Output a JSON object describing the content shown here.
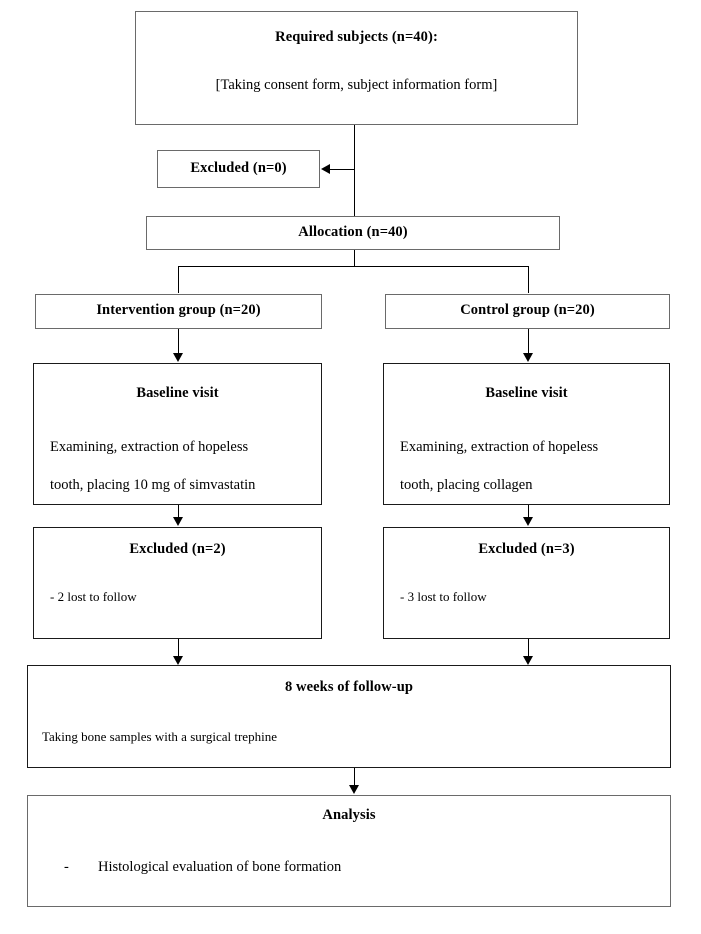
{
  "diagram": {
    "type": "consort-flow-diagram",
    "nodes": {
      "enrollment": {
        "title": "Required subjects (n=40):",
        "detail": "[Taking consent form, subject information form]"
      },
      "excluded_screening": {
        "title": "Excluded (n=0)"
      },
      "allocation": {
        "title": "Allocation (n=40)"
      },
      "intervention_group": {
        "title": "Intervention group (n=20)"
      },
      "control_group": {
        "title": "Control group (n=20)"
      },
      "baseline_intervention": {
        "title": "Baseline visit",
        "line1": "Examining, extraction of hopeless",
        "line2": "tooth, placing 10 mg of simvastatin"
      },
      "baseline_control": {
        "title": "Baseline visit",
        "line1": "Examining, extraction of hopeless",
        "line2": "tooth, placing collagen"
      },
      "excluded_intervention": {
        "title": "Excluded (n=2)",
        "detail": "- 2 lost to follow"
      },
      "excluded_control": {
        "title": "Excluded (n=3)",
        "detail": "- 3 lost to follow"
      },
      "followup": {
        "title": "8 weeks of follow-up",
        "detail": "Taking bone samples with a surgical trephine"
      },
      "analysis": {
        "title": "Analysis",
        "bullet_marker": "-",
        "bullet_text": "Histological evaluation of bone formation"
      }
    },
    "colors": {
      "background": "#ffffff",
      "text": "#000000",
      "border": "#6a6a6a",
      "border_dark": "#1a1a1a",
      "connector": "#000000"
    }
  }
}
